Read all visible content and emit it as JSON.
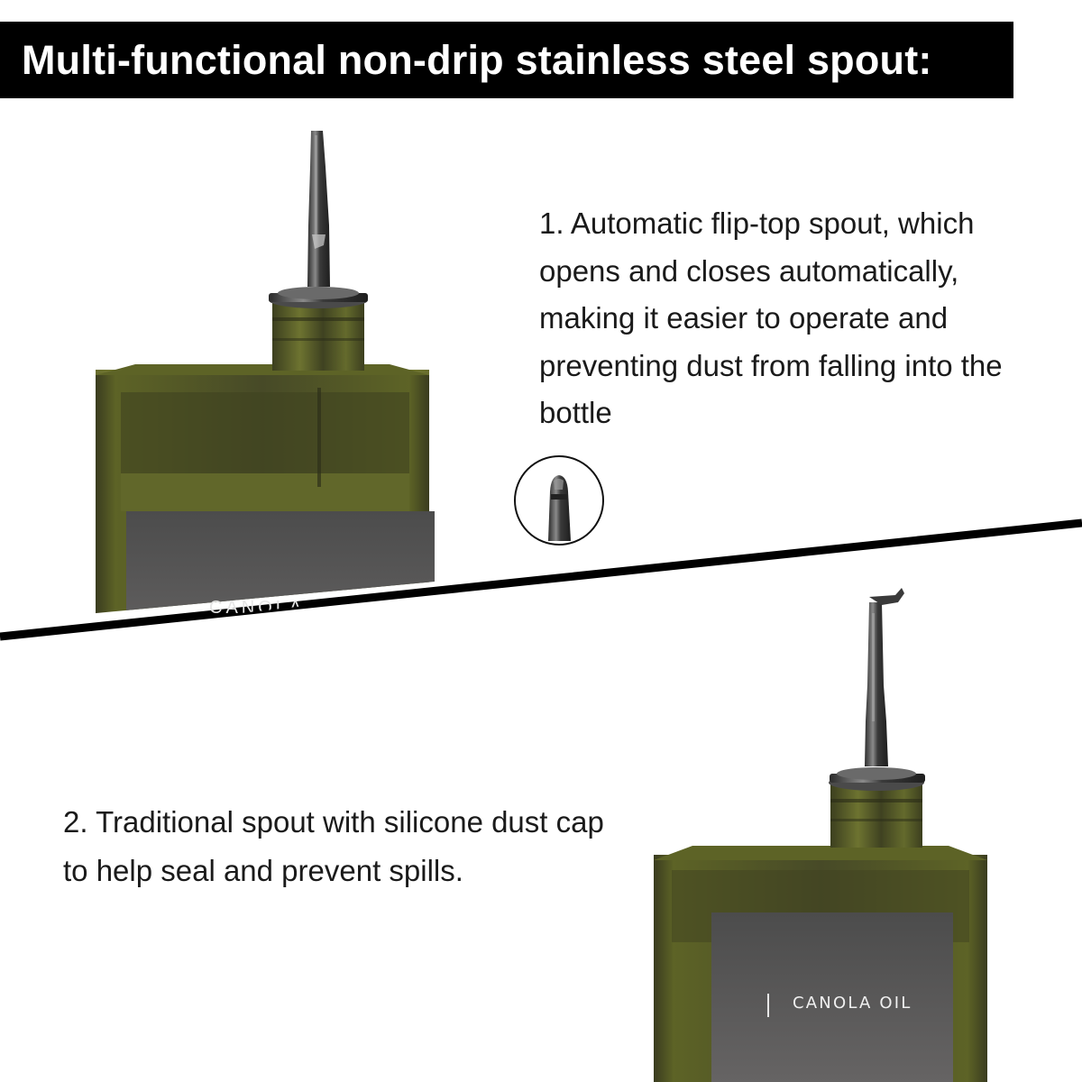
{
  "header": {
    "title": "Multi-functional non-drip stainless steel spout:"
  },
  "features": [
    {
      "text": "1. Automatic flip-top spout, which opens and closes automatically, making it easier to operate and preventing dust from falling into the bottle"
    },
    {
      "text": "2. Traditional spout with silicone dust cap to help seal and prevent spills."
    }
  ],
  "bottles": {
    "top_label": "CANOLA OIL",
    "bottom_label": "CANOLA OIL"
  },
  "icons": {
    "spout_detail": "spout-tip-closeup-icon"
  },
  "colors": {
    "title_bar_bg": "#000000",
    "title_text": "#ffffff",
    "bottle_glass": "#3b3f22",
    "bottle_label": "#5b5a5a",
    "divider": "#000000"
  }
}
